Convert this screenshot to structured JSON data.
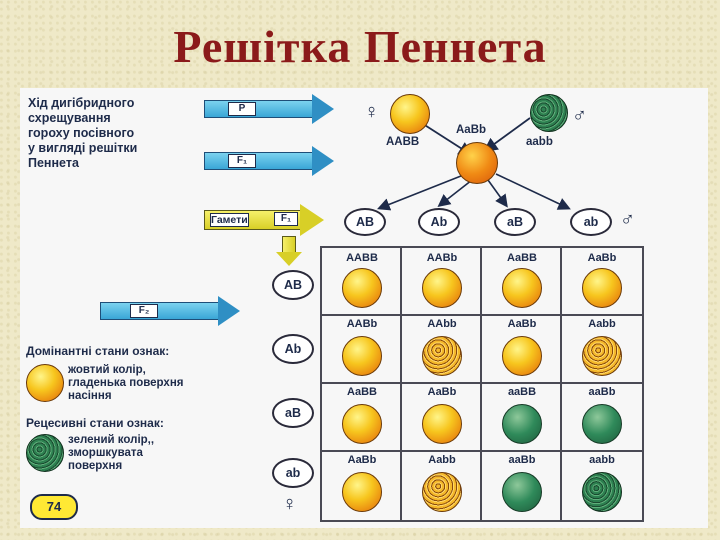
{
  "title": "Решітка Пеннета",
  "intro": [
    "Хід дигібридного",
    "схрещування",
    "гороху посівного",
    "у вигляді решітки",
    "Пеннета"
  ],
  "tags": {
    "p": "P",
    "f1": "F₁",
    "gametes": "Гамети",
    "gametes_f": "F₁",
    "f2": "F₂"
  },
  "parents": {
    "female_symbol": "♀",
    "male_symbol": "♂",
    "female_genotype": "AABB",
    "male_genotype": "aabb",
    "hybrid_genotype": "AaBb"
  },
  "male_gametes": [
    "AB",
    "Ab",
    "aB",
    "ab"
  ],
  "male_gametes_symbol": "♂",
  "female_gametes": [
    "AB",
    "Ab",
    "aB",
    "ab"
  ],
  "female_gametes_symbol": "♀",
  "grid": [
    [
      {
        "g": "AABB",
        "p": "yellow"
      },
      {
        "g": "AABb",
        "p": "yellow"
      },
      {
        "g": "AaBB",
        "p": "yellow"
      },
      {
        "g": "AaBb",
        "p": "yellow"
      }
    ],
    [
      {
        "g": "AABb",
        "p": "yellow"
      },
      {
        "g": "AAbb",
        "p": "wrinkle-yellow"
      },
      {
        "g": "AaBb",
        "p": "yellow"
      },
      {
        "g": "Aabb",
        "p": "wrinkle-yellow"
      }
    ],
    [
      {
        "g": "AaBB",
        "p": "yellow"
      },
      {
        "g": "AaBb",
        "p": "yellow"
      },
      {
        "g": "aaBB",
        "p": "green"
      },
      {
        "g": "aaBb",
        "p": "green"
      }
    ],
    [
      {
        "g": "AaBb",
        "p": "yellow"
      },
      {
        "g": "Aabb",
        "p": "wrinkle-yellow"
      },
      {
        "g": "aaBb",
        "p": "green"
      },
      {
        "g": "aabb",
        "p": "wrinkle-green"
      }
    ]
  ],
  "dominant": {
    "title": "Домінантні стани ознак:",
    "desc": [
      "жовтий колір,",
      "гладенька поверхня",
      "насіння"
    ]
  },
  "recessive": {
    "title": "Рецесивні стани ознак:",
    "desc": [
      "зелений колір,,",
      "зморшкувата",
      "поверхня"
    ]
  },
  "page_number": "74",
  "colors": {
    "title": "#8b1a1a",
    "arrow_blue": "#3aa6d6",
    "arrow_yellow": "#d8cf27",
    "text": "#1e2b4a"
  }
}
